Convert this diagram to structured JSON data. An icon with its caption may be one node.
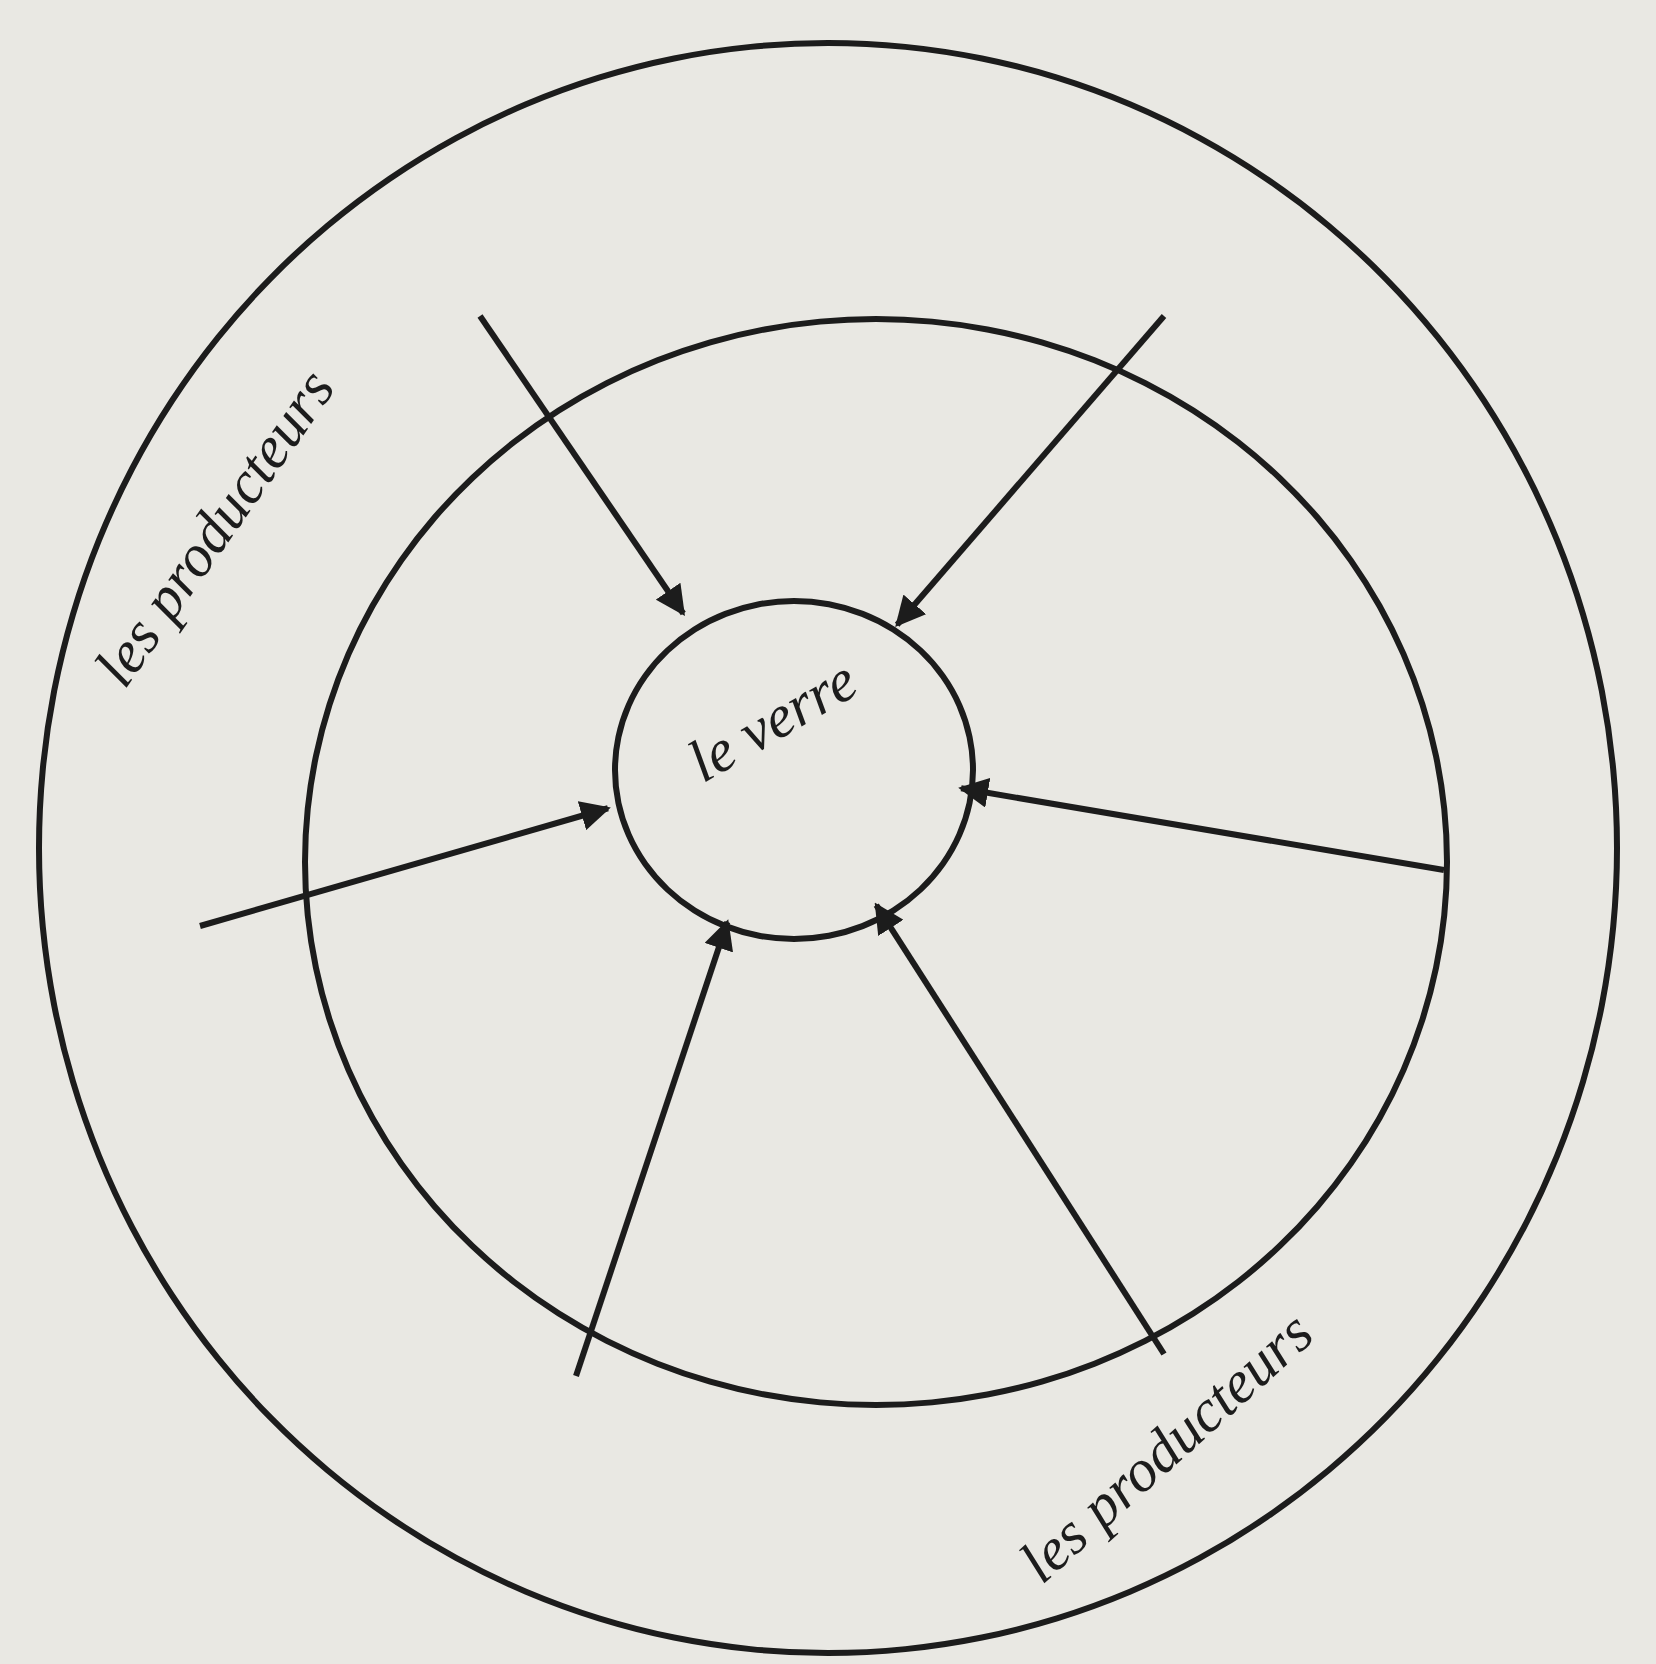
{
  "diagram": {
    "nodes": [
      {
        "text": [
          "les producteurs",
          "les producteurs"
        ]
      },
      {
        "text": [],
        "shape": "circle",
        "in": 0
      },
      {
        "text": [
          "le verre"
        ],
        "in": 1
      }
    ],
    "edges": [
      {
        "from": null,
        "to": 2,
        "arrow": "to"
      },
      {
        "from": null,
        "to": 2,
        "arrow": "to"
      },
      {
        "from": null,
        "to": 2,
        "arrow": "to"
      },
      {
        "from": null,
        "to": 2,
        "arrow": "to"
      },
      {
        "from": null,
        "to": 2,
        "arrow": "to"
      },
      {
        "from": null,
        "to": 2,
        "arrow": "to"
      }
    ]
  }
}
